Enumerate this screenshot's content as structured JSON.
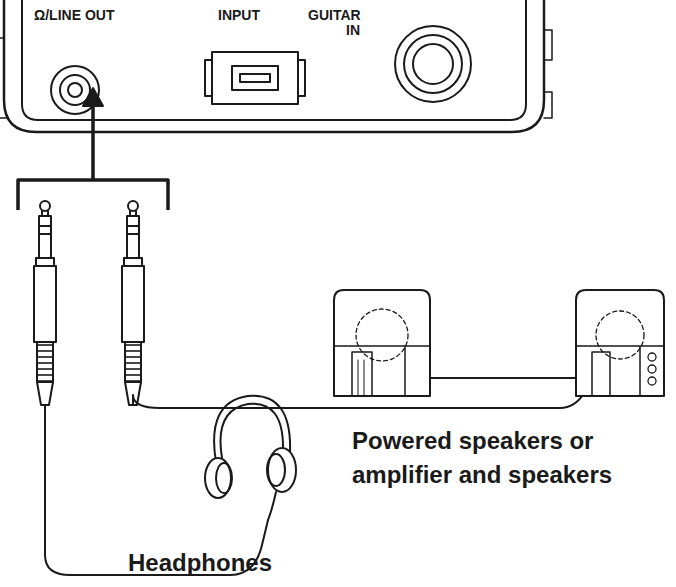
{
  "diagram": {
    "labels": [
      "Ω/LINE OUT",
      "INPUT",
      "GUITAR IN",
      "Powered speakers or amplifier and speakers",
      "Headphones"
    ]
  }
}
